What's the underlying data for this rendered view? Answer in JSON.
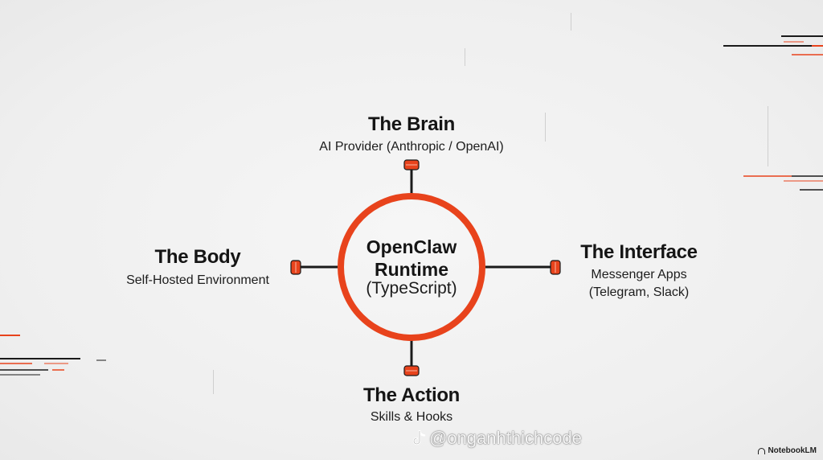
{
  "center": {
    "title": "OpenClaw\nRuntime",
    "subtitle": "(TypeScript)"
  },
  "nodes": {
    "brain": {
      "title": "The Brain",
      "subtitle": "AI Provider (Anthropic / OpenAI)"
    },
    "body": {
      "title": "The Body",
      "subtitle": "Self-Hosted Environment"
    },
    "interface": {
      "title": "The Interface",
      "subtitle_line1": "Messenger Apps",
      "subtitle_line2": "(Telegram, Slack)"
    },
    "action": {
      "title": "The Action",
      "subtitle": "Skills & Hooks"
    }
  },
  "watermark": {
    "icon": "tiktok-icon",
    "text": "@onganhthichcode"
  },
  "brand": {
    "icon": "notebooklm-icon",
    "text": "NotebookLM"
  },
  "colors": {
    "accent": "#e8431c",
    "connector": "#1a1a1a",
    "background": "#f1f1f1",
    "text": "#151515"
  }
}
